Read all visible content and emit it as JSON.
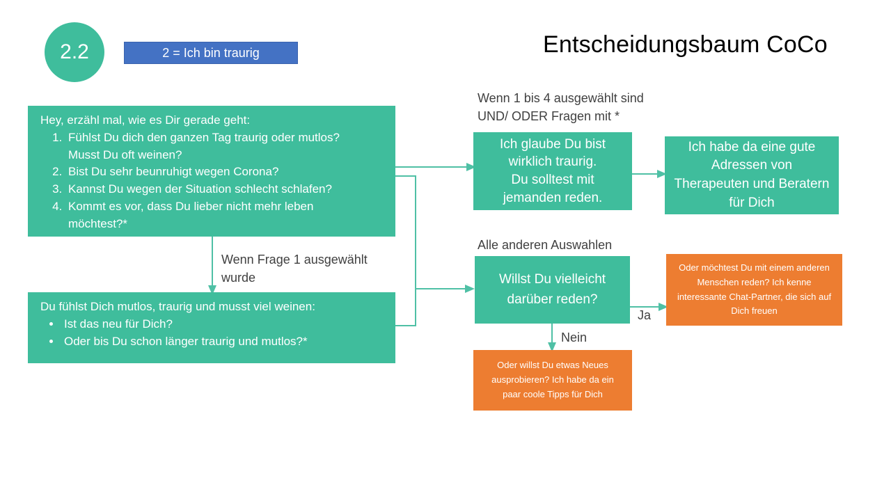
{
  "title": "Entscheidungsbaum CoCo",
  "badge": {
    "number": "2.2",
    "label": "2 = Ich bin traurig"
  },
  "labels": {
    "condition_top": "Wenn 1 bis 4 ausgewählt sind UND/ ODER Fragen mit *",
    "condition_other": "Alle anderen  Auswahlen",
    "condition_q1": "Wenn Frage 1 ausgewählt wurde",
    "yes": "Ja",
    "no": "Nein"
  },
  "nodes": {
    "intro": {
      "heading": "Hey, erzähl mal, wie es Dir gerade geht:",
      "items": [
        "Fühlst Du dich den ganzen Tag traurig oder mutlos? Musst Du oft weinen?",
        "Bist Du sehr beunruhigt wegen Corona?",
        "Kannst Du wegen der Situation schlecht schlafen?",
        "Kommt es vor, dass Du lieber nicht mehr leben möchtest?*"
      ]
    },
    "sad_check": {
      "heading": "Du fühlst Dich mutlos, traurig und musst viel weinen:",
      "items": [
        "Ist das neu für Dich?",
        "Oder bis Du schon länger traurig und mutlos?*"
      ]
    },
    "really_sad": "Ich glaube Du bist wirklich traurig.\nDu solltest mit jemanden reden.",
    "addresses": "Ich habe da eine gute Adressen von Therapeuten und Beratern für Dich",
    "talk": "Willst Du vielleicht darüber reden?",
    "chat_partners": "Oder möchtest Du mit einem anderen Menschen reden? Ich kenne interessante Chat-Partner, die sich auf Dich freuen",
    "tips": "Oder willst Du etwas Neues ausprobieren? Ich habe da ein paar coole Tipps für Dich"
  },
  "colors": {
    "teal": "#3FBD9C",
    "blue": "#4472C4",
    "orange": "#ED7D31",
    "connector": "#4FC0A5",
    "label_text": "#404040"
  }
}
